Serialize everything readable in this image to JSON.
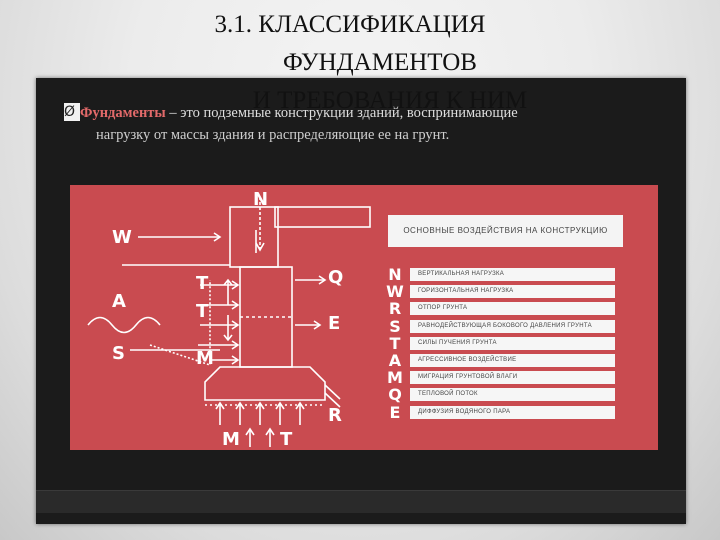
{
  "title": {
    "line1": "3.1. КЛАССИФИКАЦИЯ",
    "line2": "ФУНДАМЕНТОВ",
    "line3": "И ТРЕБОВАНИЯ К НИМ"
  },
  "definition": {
    "bullet": "Ø",
    "term": "Фундаменты",
    "text1": " – это подземные конструкции зданий, воспринимающие",
    "text2": "нагрузку от массы здания и распределяющие ее на грунт."
  },
  "diagram": {
    "legend_title": "ОСНОВНЫЕ ВОЗДЕЙСТВИЯ НА КОНСТРУКЦИЮ",
    "labels": {
      "n": "N",
      "w": "W",
      "a": "A",
      "s": "S",
      "t1": "T",
      "t2": "T",
      "m_left": "M",
      "q": "Q",
      "e": "E",
      "r": "R",
      "m_bottom": "M",
      "t_bottom": "T"
    },
    "legend": [
      {
        "letter": "N",
        "text": "ВЕРТИКАЛЬНАЯ НАГРУЗКА"
      },
      {
        "letter": "W",
        "text": "ГОРИЗОНТАЛЬНАЯ НАГРУЗКА"
      },
      {
        "letter": "R",
        "text": "ОТПОР ГРУНТА"
      },
      {
        "letter": "S",
        "text": "РАВНОДЕЙСТВУЮЩАЯ БОКОВОГО ДАВЛЕНИЯ ГРУНТА"
      },
      {
        "letter": "T",
        "text": "СИЛЫ ПУЧЕНИЯ ГРУНТА"
      },
      {
        "letter": "A",
        "text": "АГРЕССИВНОЕ ВОЗДЕЙСТВИЕ"
      },
      {
        "letter": "M",
        "text": "МИГРАЦИЯ ГРУНТОВОЙ ВЛАГИ"
      },
      {
        "letter": "Q",
        "text": "ТЕПЛОВОЙ ПОТОК"
      },
      {
        "letter": "E",
        "text": "ДИФФУЗИЯ ВОДЯНОГО ПАРА"
      }
    ],
    "colors": {
      "background": "#c94b50",
      "lines": "#ffffff"
    }
  }
}
